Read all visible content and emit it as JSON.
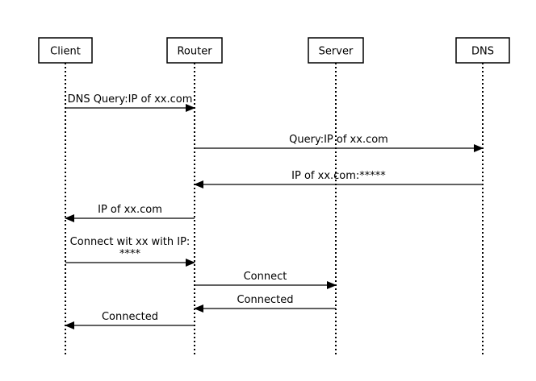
{
  "participants": [
    {
      "id": "client",
      "label": "Client"
    },
    {
      "id": "router",
      "label": "Router"
    },
    {
      "id": "server",
      "label": "Server"
    },
    {
      "id": "dns",
      "label": "DNS"
    }
  ],
  "messages": [
    {
      "from": "client",
      "to": "router",
      "label": [
        "DNS Query:IP of xx.com"
      ]
    },
    {
      "from": "router",
      "to": "dns",
      "label": [
        "Query:IP of xx.com"
      ]
    },
    {
      "from": "dns",
      "to": "router",
      "label": [
        "IP of xx.com:*****"
      ]
    },
    {
      "from": "router",
      "to": "client",
      "label": [
        "IP of xx.com"
      ]
    },
    {
      "from": "client",
      "to": "router",
      "label": [
        "Connect wit xx with IP:",
        "****"
      ]
    },
    {
      "from": "router",
      "to": "server",
      "label": [
        "Connect"
      ]
    },
    {
      "from": "server",
      "to": "router",
      "label": [
        "Connected"
      ]
    },
    {
      "from": "router",
      "to": "client",
      "label": [
        "Connected"
      ]
    }
  ]
}
